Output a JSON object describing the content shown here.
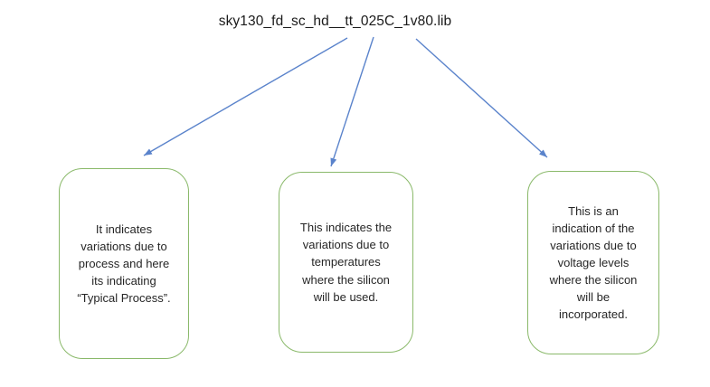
{
  "title": "sky130_fd_sc_hd__tt_025C_1v80.lib",
  "colors": {
    "background": "#ffffff",
    "box_border_green": "#8ab96a",
    "arrow_blue": "#4472c4",
    "text": "#262626"
  },
  "boxes": [
    {
      "id": "process-variation",
      "text": "It indicates\nvariations due to\nprocess and here\nits indicating\n“Typical Process”."
    },
    {
      "id": "temperature-variation",
      "text": "This indicates the\nvariations due to\ntemperatures\nwhere the silicon\nwill be used."
    },
    {
      "id": "voltage-variation",
      "text": "This is an\nindication of the\nvariations due to\nvoltage levels\nwhere the silicon\nwill be\nincorporated."
    }
  ]
}
